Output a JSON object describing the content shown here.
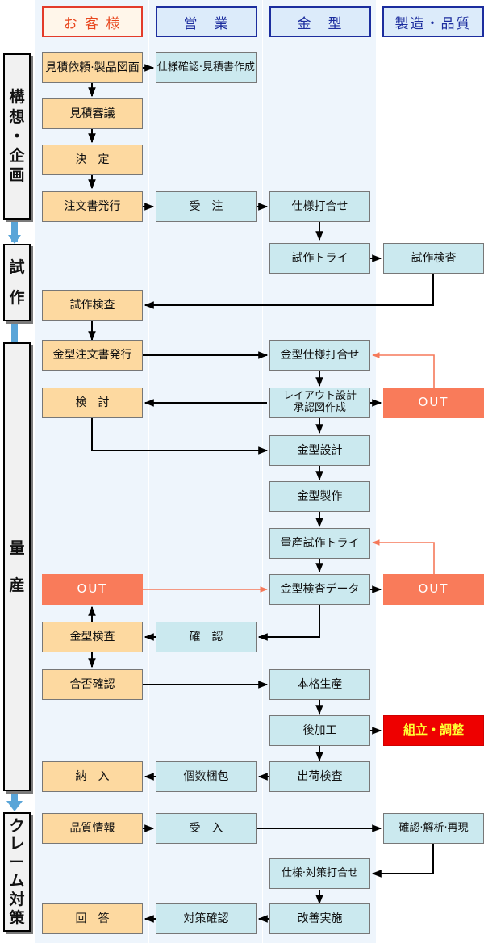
{
  "columns": {
    "customer": "お 客 様",
    "sales": "営　業",
    "mold": "金　型",
    "production": "製造・品質"
  },
  "phases": {
    "planning": [
      "構",
      "想",
      "・",
      "企",
      "画"
    ],
    "prototype": [
      "試",
      "作"
    ],
    "mass": [
      "量",
      "産"
    ],
    "claim": [
      "ク",
      "レ",
      "ー",
      "ム",
      "対",
      "策"
    ]
  },
  "boxes": {
    "mitsumori_irai": "見積依頼·製品図面",
    "shiyou_kakunin": "仕様確認·見積書作成",
    "mitsumori_shingi": "見積審議",
    "kettei": "決　定",
    "chuumonsho": "注文書発行",
    "juchuu": "受　注",
    "shiyou_uchiawase": "仕様打合せ",
    "shisaku_torai": "試作トライ",
    "shisaku_kensa_prod": "試作検査",
    "shisaku_kensa_cust": "試作検査",
    "kanagata_chuumon": "金型注文書発行",
    "kanagata_shiyou": "金型仕様打合せ",
    "out_1": "OUT",
    "kentou": "検　討",
    "layout_1": "レイアウト設計",
    "layout_2": "承認図作成",
    "kanagata_sekkei": "金型設計",
    "kanagata_seisaku": "金型製作",
    "ryousan_torai": "量産試作トライ",
    "out_cust": "OUT",
    "kanagata_kensa_data": "金型検査データ",
    "out_2": "OUT",
    "kanagata_kensa": "金型検査",
    "kakunin": "確　認",
    "gouhi": "合否確認",
    "honkaku": "本格生産",
    "kakou": "後加工",
    "kumitate": "組立・調整",
    "nounyuu": "納　入",
    "kosuu": "個数梱包",
    "shukka": "出荷検査",
    "hinshitsu": "品質情報",
    "ukeire": "受　入",
    "kaiseki": "確認·解析·再現",
    "taisaku_uchiawase": "仕様·対策打合せ",
    "kaizen": "改善実施",
    "kaitou": "回　答",
    "taisaku_kakunin": "対策確認"
  },
  "colors": {
    "customer_box": "#fdd9a0",
    "blue_box": "#cbe9ef",
    "out_box": "#f97b5a",
    "accent_red": "#ee0000",
    "lane_bg": "#eef5fc",
    "phase_arrow": "#5aa5d8"
  }
}
